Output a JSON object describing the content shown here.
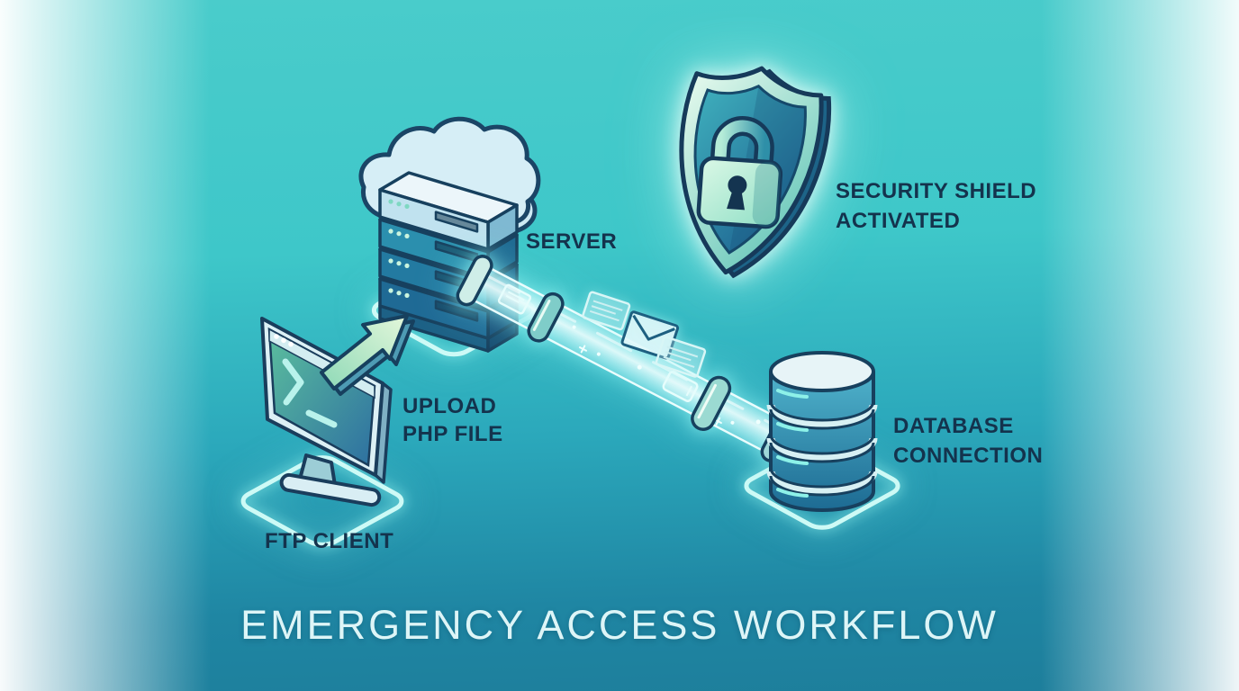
{
  "title": "EMERGENCY ACCESS WORKFLOW",
  "nodes": {
    "ftp_client": {
      "label": "FTP CLIENT",
      "icon": "terminal-monitor-icon",
      "terminal_prompt": ">",
      "terminal_cursor": "_"
    },
    "upload": {
      "line1": "UPLOAD",
      "line2": "PHP FILE",
      "icon": "upload-arrow-icon"
    },
    "server": {
      "label": "SERVER",
      "icon": "cloud-server-stack-icon"
    },
    "security": {
      "line1": "SECURITY SHIELD",
      "line2": "ACTIVATED",
      "icon": "shield-padlock-icon"
    },
    "database": {
      "line1": "DATABASE",
      "line2": "CONNECTION",
      "icon": "database-cylinder-icon"
    }
  },
  "connection": {
    "pipe": "glowing-data-pipe",
    "floating_icons": [
      "document-card-icon",
      "envelope-icon",
      "document-card-icon"
    ]
  },
  "colors": {
    "background_top": "#46cccc",
    "background_bottom": "#1d7e9b",
    "edge_glow": "#ffffff",
    "outline_navy": "#17405e",
    "label_text": "#14334d",
    "title_text": "#ddf5f7",
    "glow_cyan": "#9af2ec",
    "mint_accent": "#bdeed6",
    "cloud_fill": "#d6eef6"
  }
}
